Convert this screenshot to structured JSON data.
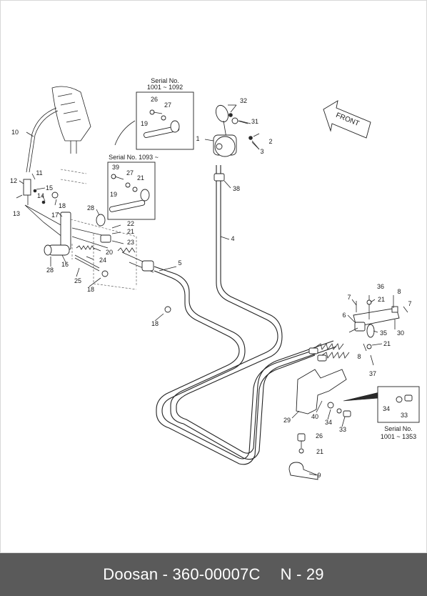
{
  "diagram": {
    "part_labels": [
      {
        "text": "32"
      },
      {
        "text": "31"
      },
      {
        "text": "1"
      },
      {
        "text": "2"
      },
      {
        "text": "3"
      },
      {
        "text": "38"
      },
      {
        "text": "4"
      },
      {
        "text": "5"
      },
      {
        "text": "10"
      },
      {
        "text": "11"
      },
      {
        "text": "12"
      },
      {
        "text": "15"
      },
      {
        "text": "14"
      },
      {
        "text": "13"
      },
      {
        "text": "18"
      },
      {
        "text": "17"
      },
      {
        "text": "28"
      },
      {
        "text": "22"
      },
      {
        "text": "21"
      },
      {
        "text": "23"
      },
      {
        "text": "20"
      },
      {
        "text": "24"
      },
      {
        "text": "16"
      },
      {
        "text": "28"
      },
      {
        "text": "25"
      },
      {
        "text": "18"
      },
      {
        "text": "18"
      },
      {
        "text": "26"
      },
      {
        "text": "27"
      },
      {
        "text": "19"
      },
      {
        "text": "39"
      },
      {
        "text": "27"
      },
      {
        "text": "21"
      },
      {
        "text": "19"
      },
      {
        "text": "7"
      },
      {
        "text": "36"
      },
      {
        "text": "8"
      },
      {
        "text": "21"
      },
      {
        "text": "7"
      },
      {
        "text": "6"
      },
      {
        "text": "35"
      },
      {
        "text": "30"
      },
      {
        "text": "21"
      },
      {
        "text": "8"
      },
      {
        "text": "37"
      },
      {
        "text": "29"
      },
      {
        "text": "40"
      },
      {
        "text": "34"
      },
      {
        "text": "33"
      },
      {
        "text": "34"
      },
      {
        "text": "33"
      },
      {
        "text": "26"
      },
      {
        "text": "21"
      },
      {
        "text": "9"
      }
    ],
    "serial_notes": [
      {
        "line1": "Serial No.",
        "line2": "1001 ~ 1092"
      },
      {
        "line1": "Serial No. 1093 ~",
        "line2": ""
      },
      {
        "line1": "Serial No.",
        "line2": "1001 ~ 1353"
      }
    ],
    "front_label": "FRONT"
  },
  "footer": {
    "brand": "Doosan",
    "dash": "-",
    "doc_number": "360-00007C",
    "page": "N - 29"
  }
}
